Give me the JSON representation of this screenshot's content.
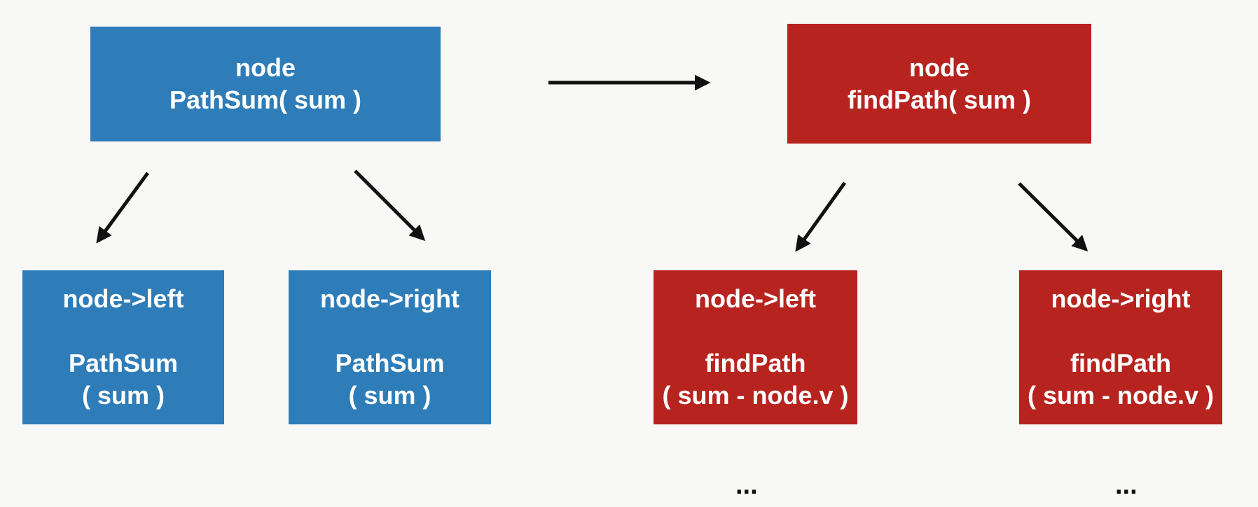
{
  "colors": {
    "background": "#f8f8f6",
    "blue": "#2e7db8",
    "red": "#b7241f",
    "text": "#ffffff",
    "arrow": "#111111"
  },
  "left_tree": {
    "root": {
      "line1": "node",
      "line2": "PathSum( sum )"
    },
    "left_child": {
      "line1": "node->left",
      "line2": "PathSum",
      "line3": "( sum )"
    },
    "right_child": {
      "line1": "node->right",
      "line2": "PathSum",
      "line3": "( sum )"
    }
  },
  "right_tree": {
    "root": {
      "line1": "node",
      "line2": "findPath( sum )"
    },
    "left_child": {
      "line1": "node->left",
      "line2": "findPath",
      "line3": "( sum - node.v )"
    },
    "right_child": {
      "line1": "node->right",
      "line2": "findPath",
      "line3": "( sum - node.v )"
    },
    "left_continuation": "...",
    "right_continuation": "..."
  }
}
